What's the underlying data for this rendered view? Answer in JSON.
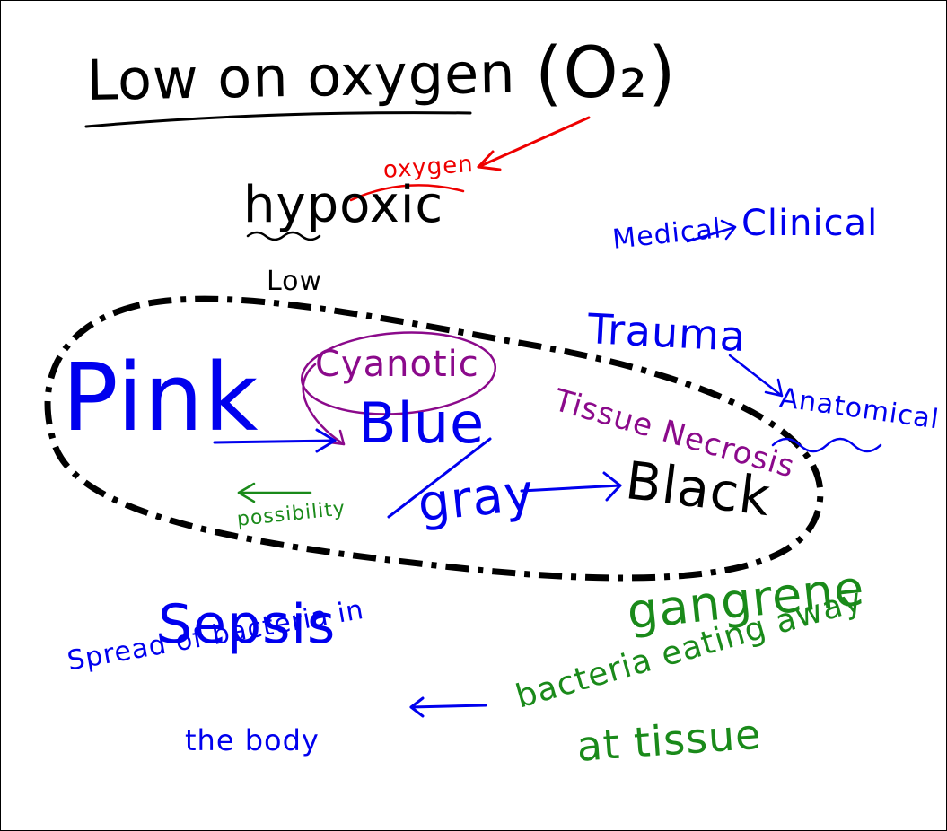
{
  "notes": {
    "title": "Low on oxygen",
    "formula": "(O₂)",
    "hypoxic": "hypoxic",
    "oxygen": "oxygen",
    "low": "Low",
    "medical": "Medical",
    "clinical": "Clinical",
    "trauma": "Trauma",
    "anatomical": "Anatomical",
    "pink": "Pink",
    "cyanotic": "Cyanotic",
    "blue": "Blue",
    "gray": "gray",
    "black": "Black",
    "tissue_necrosis": "Tissue Necrosis",
    "possibility": "possibility",
    "sepsis": "Sepsis",
    "sepsis_def_1": "Spread of bacteria in",
    "sepsis_def_2": "the body",
    "gangrene": "gangrene",
    "gangrene_def_1": "bacteria eating away",
    "gangrene_def_2": "at tissue"
  },
  "colors": {
    "black": "#000000",
    "red": "#ee0000",
    "blue": "#0000ee",
    "purple": "#8b0a8b",
    "green": "#1a8a1a"
  }
}
